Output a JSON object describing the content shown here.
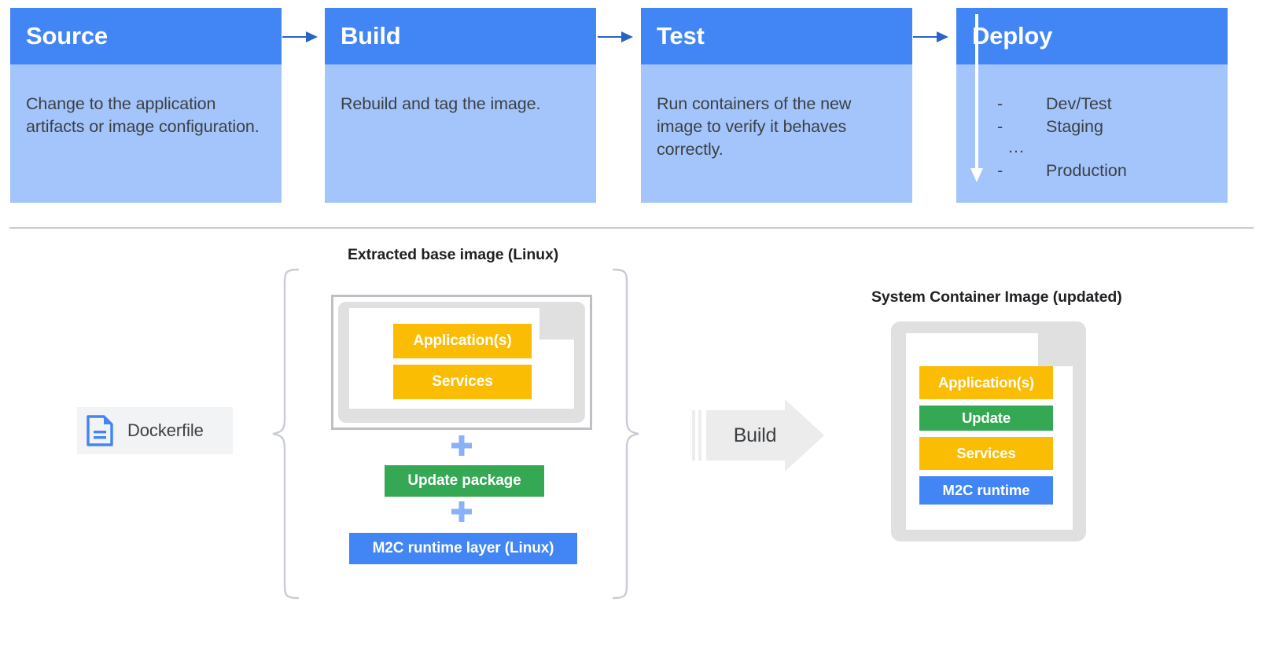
{
  "pipeline": {
    "stages": [
      {
        "title": "Source",
        "description": "Change to the application artifacts or image configuration."
      },
      {
        "title": "Build",
        "description": "Rebuild and tag the image."
      },
      {
        "title": "Test",
        "description": "Run containers of the new image to verify it behaves correctly."
      },
      {
        "title": "Deploy",
        "description": ""
      }
    ],
    "deploy_environments": [
      {
        "dash": "-",
        "label": "Dev/Test"
      },
      {
        "dash": "-",
        "label": "Staging"
      },
      {
        "dash": "-",
        "label": "Production"
      }
    ],
    "deploy_ellipsis": "...",
    "arrow_icon": "arrow-right-icon"
  },
  "build_diagram": {
    "dockerfile": {
      "label": "Dockerfile",
      "icon": "document-icon"
    },
    "base_image": {
      "caption": "Extracted base image (Linux)",
      "layers": [
        {
          "label": "Application(s)",
          "color": "#fbbc04"
        },
        {
          "label": "Services",
          "color": "#fbbc04"
        }
      ]
    },
    "plus_symbol": "+",
    "added_layers": [
      {
        "label": "Update package",
        "color": "#34a853"
      },
      {
        "label": "M2C runtime layer (Linux)",
        "color": "#4285f4"
      }
    ],
    "build_action": {
      "label": "Build",
      "icon": "block-arrow-right-icon"
    },
    "output_image": {
      "caption": "System Container Image (updated)",
      "layers": [
        {
          "label": "Application(s)",
          "color": "#fbbc04"
        },
        {
          "label": "Update",
          "color": "#34a853"
        },
        {
          "label": "Services",
          "color": "#fbbc04"
        },
        {
          "label": "M2C runtime",
          "color": "#4285f4"
        }
      ]
    }
  },
  "colors": {
    "header_blue": "#4285f4",
    "body_blue": "#a4c5fc",
    "orange": "#fbbc04",
    "green": "#34a853",
    "blue": "#4285f4",
    "gray_frame": "#e0e0e0",
    "text_dark": "#3c4043",
    "divider": "#c5cbd4"
  }
}
